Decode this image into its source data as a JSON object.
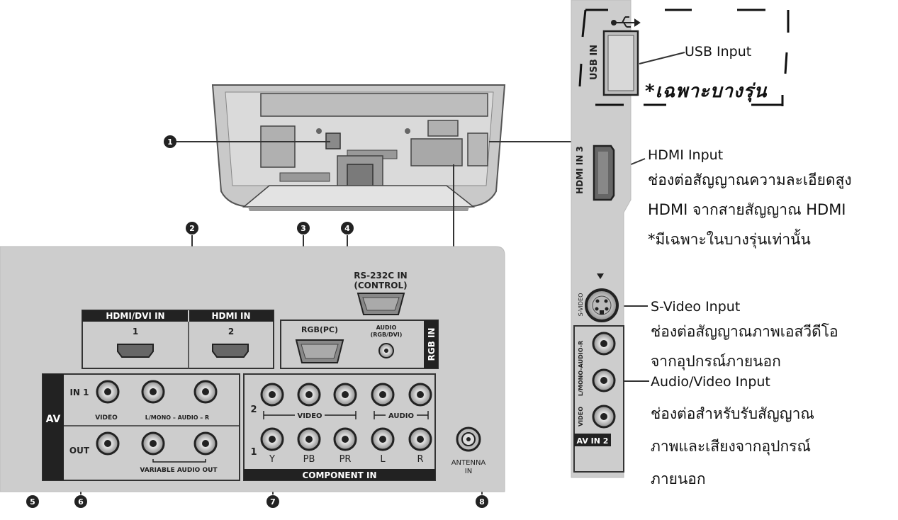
{
  "callouts": [
    "1",
    "2",
    "3",
    "4",
    "5",
    "6",
    "7",
    "8"
  ],
  "panel": {
    "hdmi_dvi_in": "HDMI/DVI IN",
    "hdmi_in": "HDMI IN",
    "hdmi_port_1": "1",
    "hdmi_port_2": "2",
    "rs232c_line1": "RS-232C IN",
    "rs232c_line2": "(CONTROL)",
    "rgb_pc": "RGB(PC)",
    "audio_rgb_line1": "AUDIO",
    "audio_rgb_line2": "(RGB/DVI)",
    "rgb_in": "RGB IN",
    "av": "AV",
    "in1": "IN 1",
    "out": "OUT",
    "video": "VIDEO",
    "lmono_audio_r": "L/MONO – AUDIO – R",
    "variable_audio_out": "VARIABLE AUDIO OUT",
    "component_row_2": "2",
    "component_row_1": "1",
    "component_video": "VIDEO",
    "component_audio": "AUDIO",
    "y": "Y",
    "pb": "PB",
    "pr": "PR",
    "l": "L",
    "r": "R",
    "component_in": "COMPONENT IN",
    "antenna_line1": "ANTENNA",
    "antenna_line2": "IN"
  },
  "side_panel": {
    "usb_in": "USB IN",
    "hdmi_in_3": "HDMI IN 3",
    "s_video": "S-VIDEO",
    "lmono_audio_r": "L/MONO-AUDIO-R",
    "video": "VIDEO",
    "av_in_2": "AV IN 2"
  },
  "labels": {
    "usb_input": "USB Input",
    "usb_note": "*เฉพาะบางรุ่น",
    "hdmi_input_title": "HDMI Input",
    "hdmi_input_desc": [
      "ช่องต่อสัญญาณความละเอียดสูง",
      "HDMI จากสายสัญญาณ HDMI",
      "*มีเฉพาะในบางรุ่นเท่านั้น"
    ],
    "svideo_input_title": "S-Video Input",
    "svideo_input_desc": [
      "ช่องต่อสัญญาณภาพเอสวีดีโอ",
      "จากอุปกรณ์ภายนอก"
    ],
    "av_input_title": "Audio/Video Input",
    "av_input_desc": [
      "ช่องต่อสำหรับรับสัญญาณ",
      "ภาพและเสียงจากอุปกรณ์",
      "ภายนอก"
    ]
  }
}
